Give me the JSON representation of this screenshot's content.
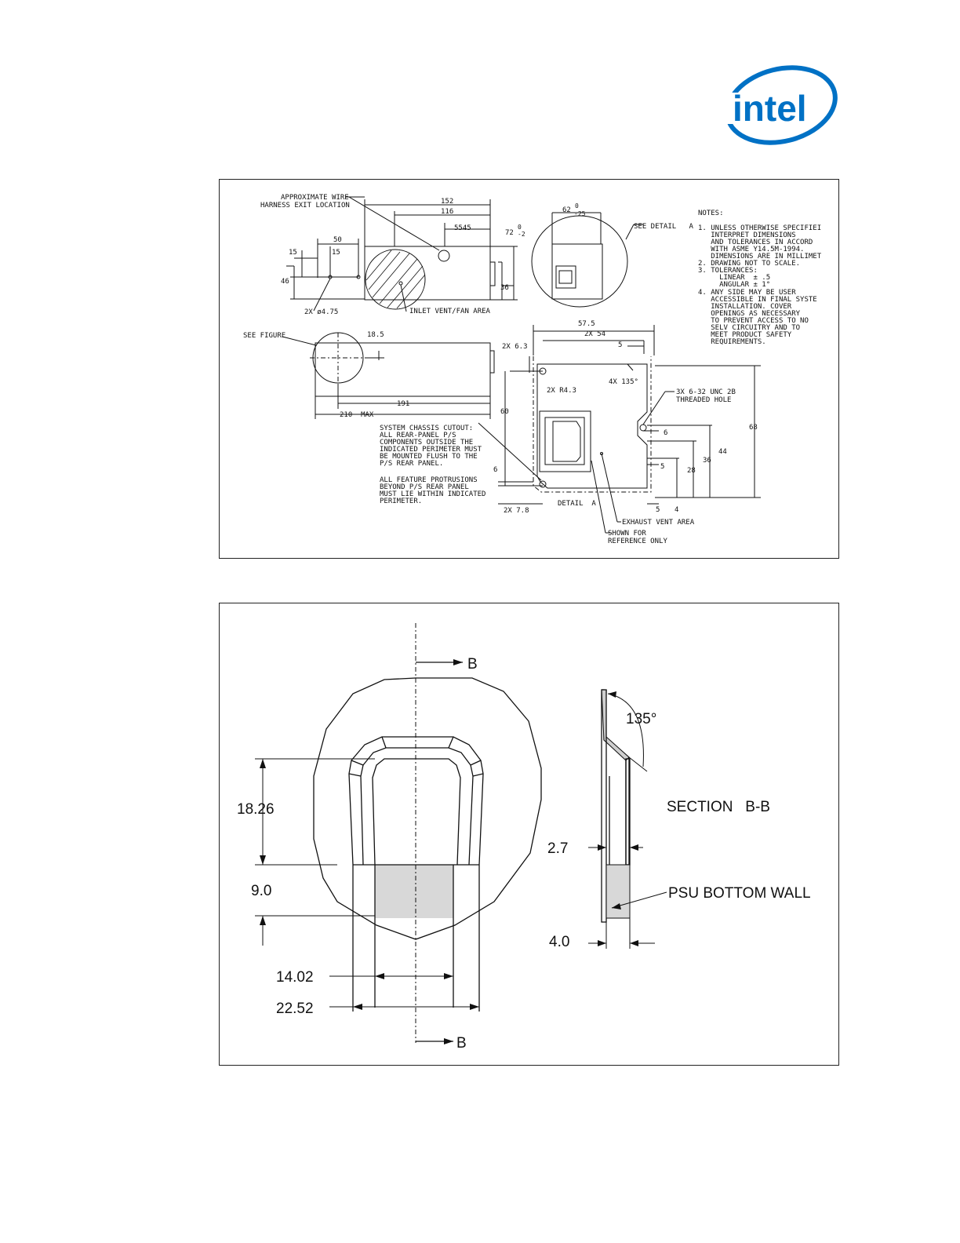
{
  "logo": {
    "text": "intel",
    "color": "#0071c5"
  },
  "figure1": {
    "labels": {
      "approx_wire": "APPROXIMATE WIRE",
      "harness_exit": "HARNESS EXIT LOCATION",
      "d152": "152",
      "d116": "116",
      "d5545": "5545",
      "d72": "72",
      "tol72_top": "0",
      "tol72_bot": "-2",
      "d50": "50",
      "d15a": "15",
      "d15b": "15",
      "d46": "46",
      "d36a": "36",
      "hole475": "2X ø4.75",
      "inlet": "INLET VENT/FAN AREA",
      "see_figure": "SEE FIGURE",
      "d185": "18.5",
      "d191": "191",
      "d210": "210  MAX",
      "d62": "62",
      "tol62_top": "0",
      "tol62_bot": "-25",
      "see_detail": "SEE DETAIL   A",
      "d575": "57.5",
      "d2x54": "2X 54",
      "d2x63": "2X 6.3",
      "d5a": "5",
      "r43": "2X R4.3",
      "ang135": "4X 135°",
      "thread1": "3X 6-32 UNC 2B",
      "thread2": "THREADED HOLE",
      "d60": "60",
      "d68": "68",
      "d6a": "6",
      "d44": "44",
      "d36b": "36",
      "d28": "28",
      "d5b": "5",
      "d6b": "6",
      "d5c": "5",
      "d4": "4",
      "d2x78": "2X 7.8",
      "detail_a": "DETAIL  A",
      "exhaust": "EXHAUST VENT AREA",
      "shown_for": "SHOWN FOR",
      "ref_only": "REFERENCE ONLY"
    },
    "chassis_note": [
      "SYSTEM CHASSIS CUTOUT:",
      "ALL REAR-PANEL P/S",
      "COMPONENTS OUTSIDE THE",
      "INDICATED PERIMETER MUST",
      "BE MOUNTED FLUSH TO THE",
      "P/S REAR PANEL.",
      "",
      "ALL FEATURE PROTRUSIONS",
      "BEYOND P/S REAR PANEL",
      "MUST LIE WITHIN INDICATED",
      "PERIMETER."
    ],
    "notes": [
      "NOTES:",
      "1. UNLESS OTHERWISE SPECIFIEI",
      "   INTERPRET DIMENSIONS",
      "   AND TOLERANCES IN ACCORD",
      "   WITH ASME Y14.5M-1994.",
      "   DIMENSIONS ARE IN MILLIMET",
      "2. DRAWING NOT TO SCALE.",
      "3. TOLERANCES:",
      "     LINEAR  ± .5",
      "     ANGULAR ± 1°",
      "4. ANY SIDE MAY BE USER",
      "   ACCESSIBLE IN FINAL SYSTE",
      "   INSTALLATION. COVER",
      "   OPENINGS AS NECESSARY",
      "   TO PREVENT ACCESS TO NO",
      "   SELV CIRCUITRY AND TO",
      "   MEET PRODUCT SAFETY",
      "   REQUIREMENTS."
    ]
  },
  "figure2": {
    "labels": {
      "b_top": "B",
      "b_bottom": "B",
      "d1826": "18.26",
      "d90": "9.0",
      "d1402": "14.02",
      "d2252": "22.52",
      "ang": "135°",
      "section": "SECTION   B-B",
      "d27": "2.7",
      "d40": "4.0",
      "psu_wall": "PSU BOTTOM WALL"
    }
  }
}
